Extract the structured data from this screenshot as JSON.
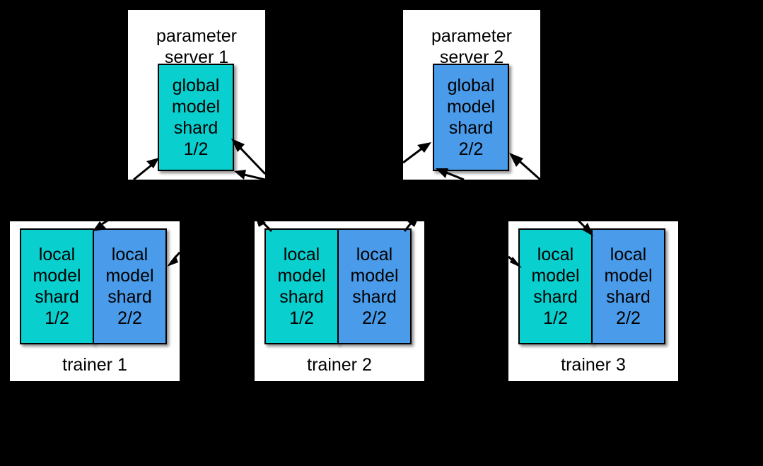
{
  "figure": {
    "background_color": "#000000",
    "panel_color": "#ffffff",
    "shard_colors": {
      "shard_1_of_2": "#0ACFCF",
      "shard_2_of_2": "#4A9BEA"
    },
    "arrow_color": "#000000"
  },
  "parameter_servers": [
    {
      "title": "parameter\nserver 1",
      "shard": {
        "label": "global\nmodel\nshard\n1/2",
        "index": "1/2",
        "color_key": "shard_1_of_2"
      }
    },
    {
      "title": "parameter\nserver 2",
      "shard": {
        "label": "global\nmodel\nshard\n2/2",
        "index": "2/2",
        "color_key": "shard_2_of_2"
      }
    }
  ],
  "trainers": [
    {
      "title": "trainer 1",
      "shards": [
        {
          "label": "local\nmodel\nshard\n1/2",
          "index": "1/2",
          "color_key": "shard_1_of_2"
        },
        {
          "label": "local\nmodel\nshard\n2/2",
          "index": "2/2",
          "color_key": "shard_2_of_2"
        }
      ]
    },
    {
      "title": "trainer 2",
      "shards": [
        {
          "label": "local\nmodel\nshard\n1/2",
          "index": "1/2",
          "color_key": "shard_1_of_2"
        },
        {
          "label": "local\nmodel\nshard\n2/2",
          "index": "2/2",
          "color_key": "shard_2_of_2"
        }
      ]
    },
    {
      "title": "trainer 3",
      "shards": [
        {
          "label": "local\nmodel\nshard\n1/2",
          "index": "1/2",
          "color_key": "shard_1_of_2"
        },
        {
          "label": "local\nmodel\nshard\n2/2",
          "index": "2/2",
          "color_key": "shard_2_of_2"
        }
      ]
    }
  ]
}
